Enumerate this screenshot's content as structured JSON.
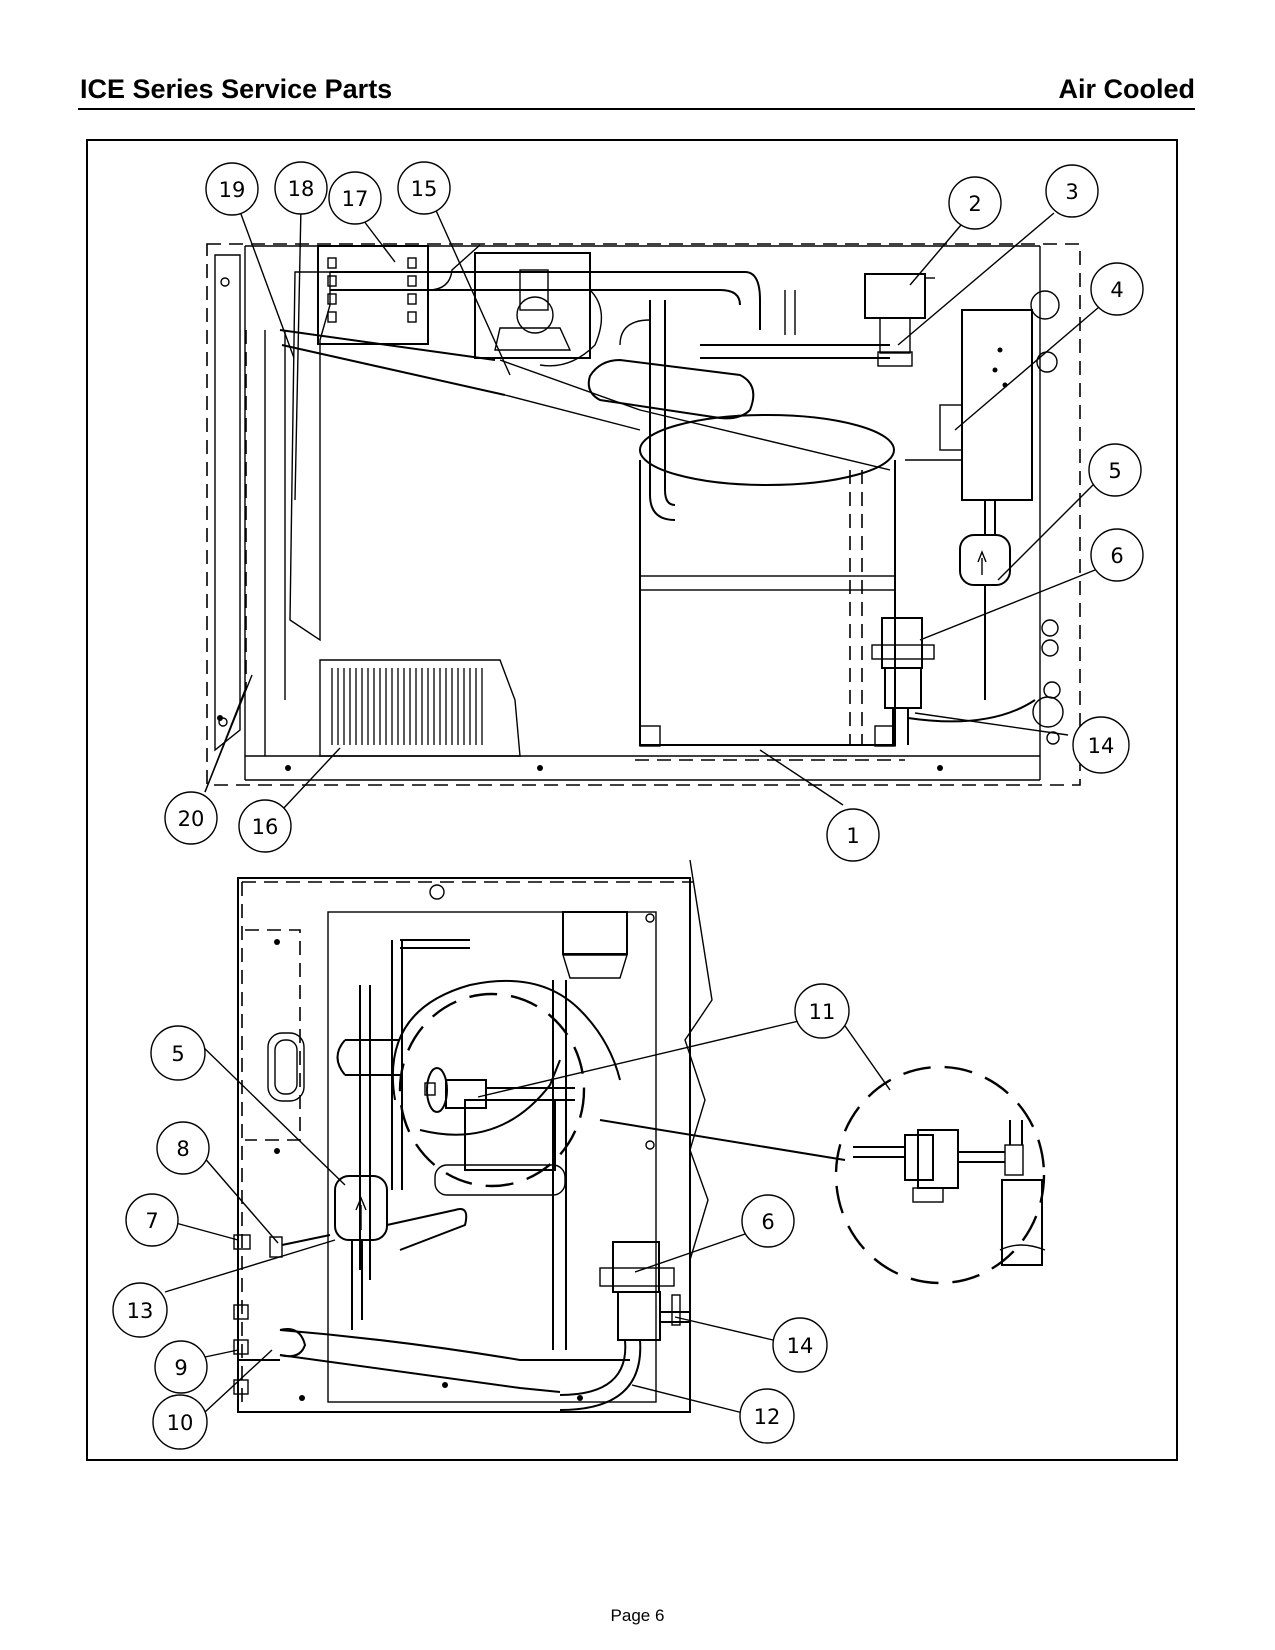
{
  "header": {
    "title": "ICE Series Service Parts",
    "variant": "Air Cooled"
  },
  "footer": {
    "page": "Page 6"
  },
  "diagram": {
    "top_view_callouts": [
      "19",
      "18",
      "17",
      "15",
      "2",
      "3",
      "4",
      "5",
      "6",
      "14",
      "1",
      "16",
      "20"
    ],
    "bottom_view_callouts": [
      "5",
      "8",
      "7",
      "13",
      "9",
      "10",
      "11",
      "6",
      "14",
      "12"
    ]
  }
}
